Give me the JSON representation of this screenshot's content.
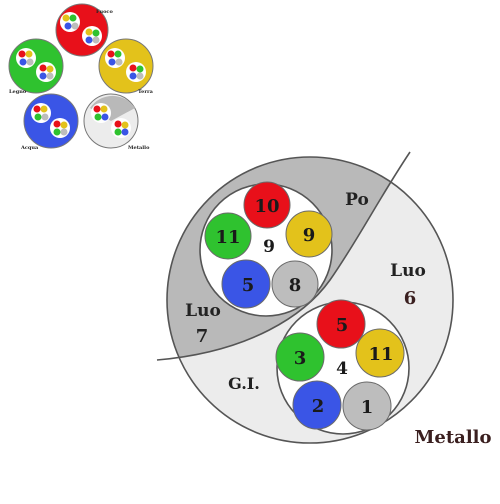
{
  "thumbnail": {
    "labels": {
      "fuoco": "Fuoco",
      "terra": "Terra",
      "metallo": "Metallo",
      "acqua": "Acqua",
      "legno": "Legno"
    }
  },
  "diagram": {
    "region_labels": {
      "po": "Po",
      "luo_right_word": "Luo",
      "luo_right_num": "6",
      "luo_left_word": "Luo",
      "luo_left_num": "7",
      "gi": "G.I.",
      "metallo": "Metallo"
    },
    "upper_ring": {
      "center_number": "9",
      "circles": [
        {
          "label": "10",
          "color": "#e8101a"
        },
        {
          "label": "9",
          "color": "#e3c21b"
        },
        {
          "label": "8",
          "color": "#bdbdbd"
        },
        {
          "label": "5",
          "color": "#3a55e6"
        },
        {
          "label": "11",
          "color": "#2fc22f"
        }
      ]
    },
    "lower_ring": {
      "center_number": "4",
      "circles": [
        {
          "label": "5",
          "color": "#e8101a"
        },
        {
          "label": "11",
          "color": "#e3c21b"
        },
        {
          "label": "1",
          "color": "#bdbdbd"
        },
        {
          "label": "2",
          "color": "#3a55e6"
        },
        {
          "label": "3",
          "color": "#2fc22f"
        }
      ]
    },
    "colors": {
      "dark_gray": "#b9b9b9",
      "light_gray": "#ececec",
      "outline": "#555555"
    }
  }
}
